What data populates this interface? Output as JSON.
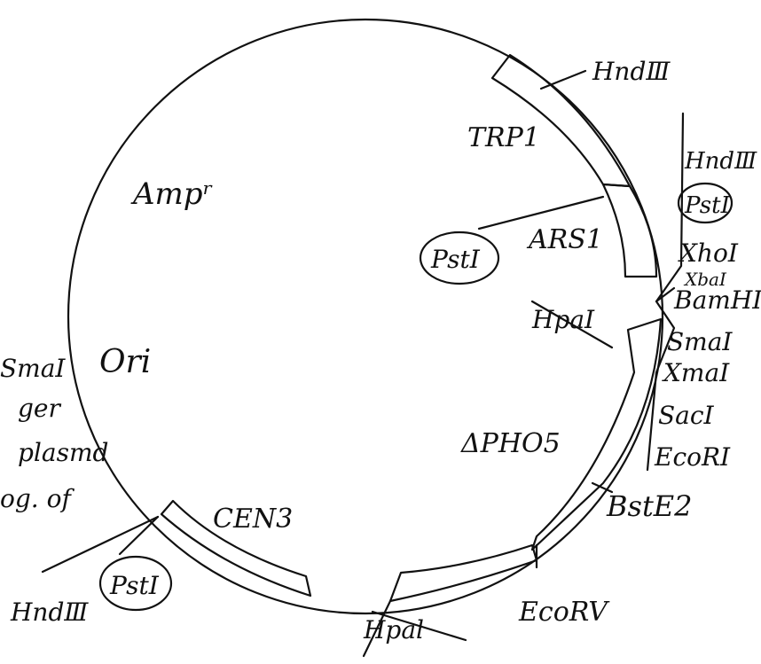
{
  "labels": {
    "hindIII_top": "HndⅢ",
    "trp1": "TRP1",
    "ampr": "Ampʳ",
    "ars1": "ARS1",
    "pstI_center": "PstI",
    "hpaI_upper": "HpaI",
    "ori": "Ori",
    "apho5": "ΔPHO5",
    "cen3": "CEN3",
    "pstI_bottom": "PstI",
    "hindIII_bottom": "HndⅢ",
    "hpaI_lower": "Hpal",
    "ecorv": "EcoRV",
    "bsteII": "BstE2"
  },
  "polylinker": {
    "hindIII": "HndⅢ",
    "pstI": "PstI",
    "xhoI": "XhoI",
    "xbaI": "XbaI",
    "bamHI": "BamHI",
    "smaI": "SmaI",
    "xmaI": "XmaI",
    "sacI": "SacI",
    "ecoRI": "EcoRI"
  },
  "left_notes": {
    "line1": "SmaI",
    "line2": "ger",
    "line3": "plasmd",
    "line4": "og. of"
  },
  "colors": {
    "ink": "#111111",
    "background": "#ffffff"
  }
}
